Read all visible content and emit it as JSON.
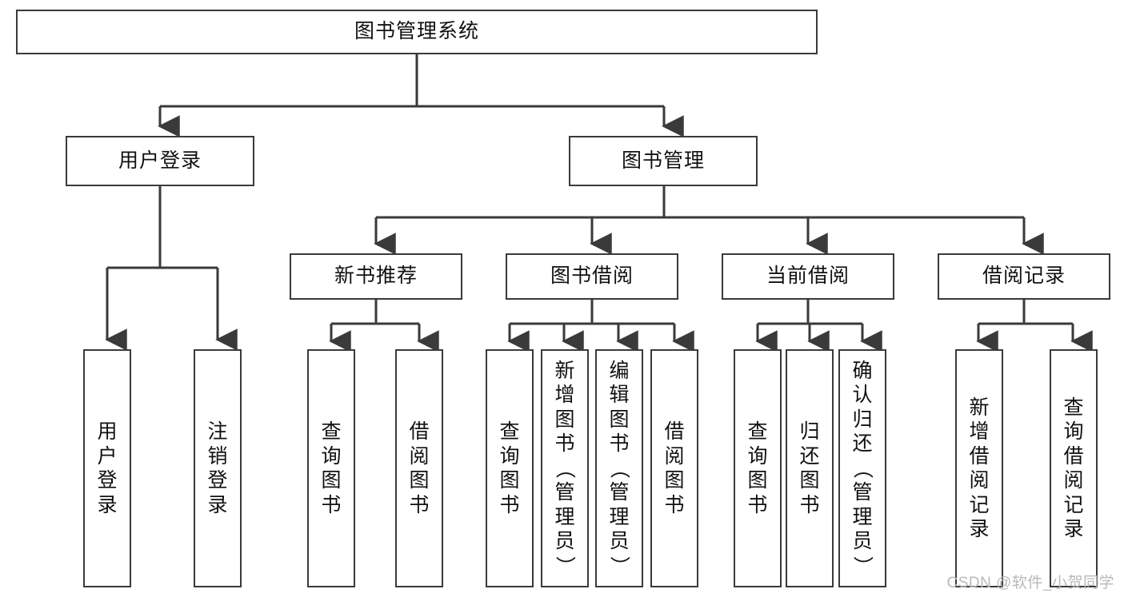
{
  "diagram": {
    "title_text": "图书管理系统",
    "watermark": "CSDN @软件_小贺同学",
    "line_color": "#3a3a3a",
    "box_fill": "#ffffff",
    "text_color": "#111111",
    "watermark_color": "#b9b9b9"
  },
  "root": {
    "label": "图书管理系统"
  },
  "level2": [
    {
      "label": "用户登录"
    },
    {
      "label": "图书管理"
    }
  ],
  "level3": [
    {
      "label": "新书推荐"
    },
    {
      "label": "图书借阅"
    },
    {
      "label": "当前借阅"
    },
    {
      "label": "借阅记录"
    }
  ],
  "leaves": {
    "user_login": [
      {
        "label": "用户登录"
      },
      {
        "label": "注销登录"
      }
    ],
    "new_book": [
      {
        "label": "查询图书"
      },
      {
        "label": "借阅图书"
      }
    ],
    "book_borrow": [
      {
        "label": "查询图书"
      },
      {
        "label": "新增图书（管理员）"
      },
      {
        "label": "编辑图书（管理员）"
      },
      {
        "label": "借阅图书"
      }
    ],
    "current_borrow": [
      {
        "label": "查询图书"
      },
      {
        "label": "归还图书"
      },
      {
        "label": "确认归还（管理员）"
      }
    ],
    "borrow_record": [
      {
        "label": "新增借阅记录"
      },
      {
        "label": "查询借阅记录"
      }
    ]
  }
}
